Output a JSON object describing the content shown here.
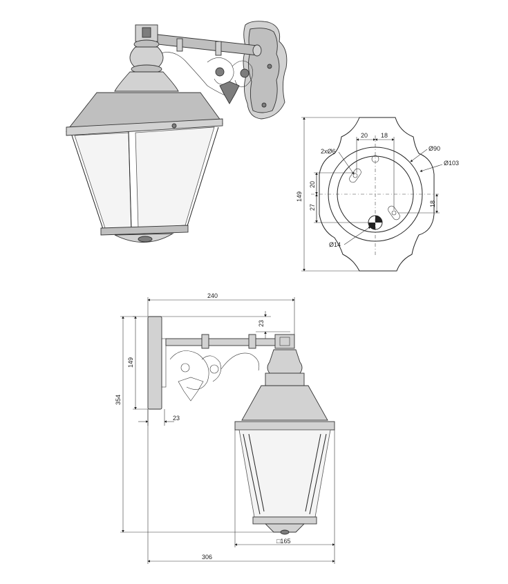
{
  "dims": {
    "top_view": {
      "d_20_left": "20",
      "d_18_right": "18",
      "d_2x6": "2xØ6",
      "d_90": "Ø90",
      "d_103": "Ø103",
      "d_20_vert": "20",
      "d_27_vert": "27",
      "d_149_overall": "149",
      "d_18_side": "18",
      "d_14": "Ø14"
    },
    "side_view": {
      "d_240": "240",
      "d_23_top": "23",
      "d_149": "149",
      "d_354": "354",
      "d_23_bottom": "23",
      "d_165": "□165",
      "d_306": "306"
    }
  }
}
